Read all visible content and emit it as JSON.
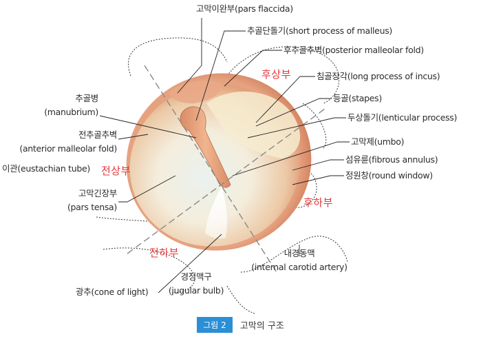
{
  "labels": {
    "pars_flaccida": "고막이완부(pars flaccida)",
    "short_process": "추골단돌기(short process of malleus)",
    "posterior_fold": "후추골추벽(posterior malleolar fold)",
    "long_process_incus": "침골장각(long process of incus)",
    "stapes": "등골(stapes)",
    "lenticular": "두상돌기(lenticular process)",
    "umbo": "고막제(umbo)",
    "fibrous_annulus": "섬유륜(fibrous annulus)",
    "round_window": "정원창(round window)",
    "manubrium_1": "추골병",
    "manubrium_2": "(manubrium)",
    "anterior_fold_1": "전추골추벽",
    "anterior_fold_2": "(anterior malleolar fold)",
    "eustachian": "이관(eustachian tube)",
    "pars_tensa_1": "고막긴장부",
    "pars_tensa_2": "(pars tensa)",
    "carotid_1": "내경동맥",
    "carotid_2": "(internal carotid artery)",
    "jugular_1": "경정맥구",
    "jugular_2": "(jugular bulb)",
    "cone_of_light": "광추(cone of light)"
  },
  "quadrants": {
    "posterior_superior": "후상부",
    "anterior_superior": "전상부",
    "posterior_inferior": "후하부",
    "anterior_inferior": "전하부"
  },
  "caption": {
    "badge": "그림 2",
    "title": "고막의 구조"
  },
  "colors": {
    "drum_outer": "#d9825e",
    "drum_center": "#eef3f0",
    "manubrium": "#e3a078",
    "quadrant_text": "#e0363a",
    "caption_badge": "#2a8fd6"
  }
}
